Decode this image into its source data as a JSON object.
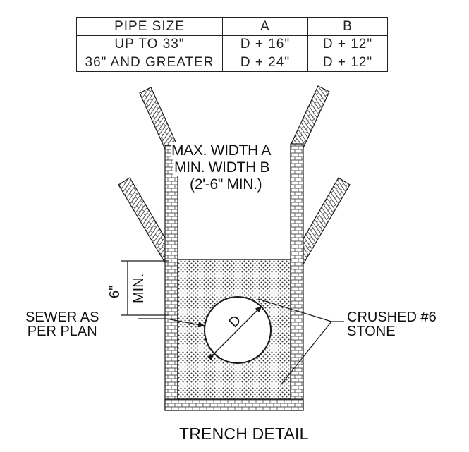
{
  "table": {
    "headers": [
      "PIPE SIZE",
      "A",
      "B"
    ],
    "rows": [
      [
        "UP TO 33\"",
        "D + 16\"",
        "D + 12\""
      ],
      [
        "36\" AND GREATER",
        "D + 24\"",
        "D + 12\""
      ]
    ]
  },
  "labels": {
    "max_width": "MAX. WIDTH A",
    "min_width": "MIN. WIDTH B",
    "min_width_note": "(2'-6\" MIN.)",
    "depth_value": "6\"",
    "depth_min": "MIN.",
    "pipe_diameter": "D",
    "sewer_line1": "SEWER AS",
    "sewer_line2": "PER PLAN",
    "stone_line1": "CRUSHED #6",
    "stone_line2": "STONE",
    "title": "TRENCH DETAIL"
  },
  "colors": {
    "line": "#1a1a1a",
    "stone_fill": "#c9c9c9",
    "background": "#ffffff"
  }
}
